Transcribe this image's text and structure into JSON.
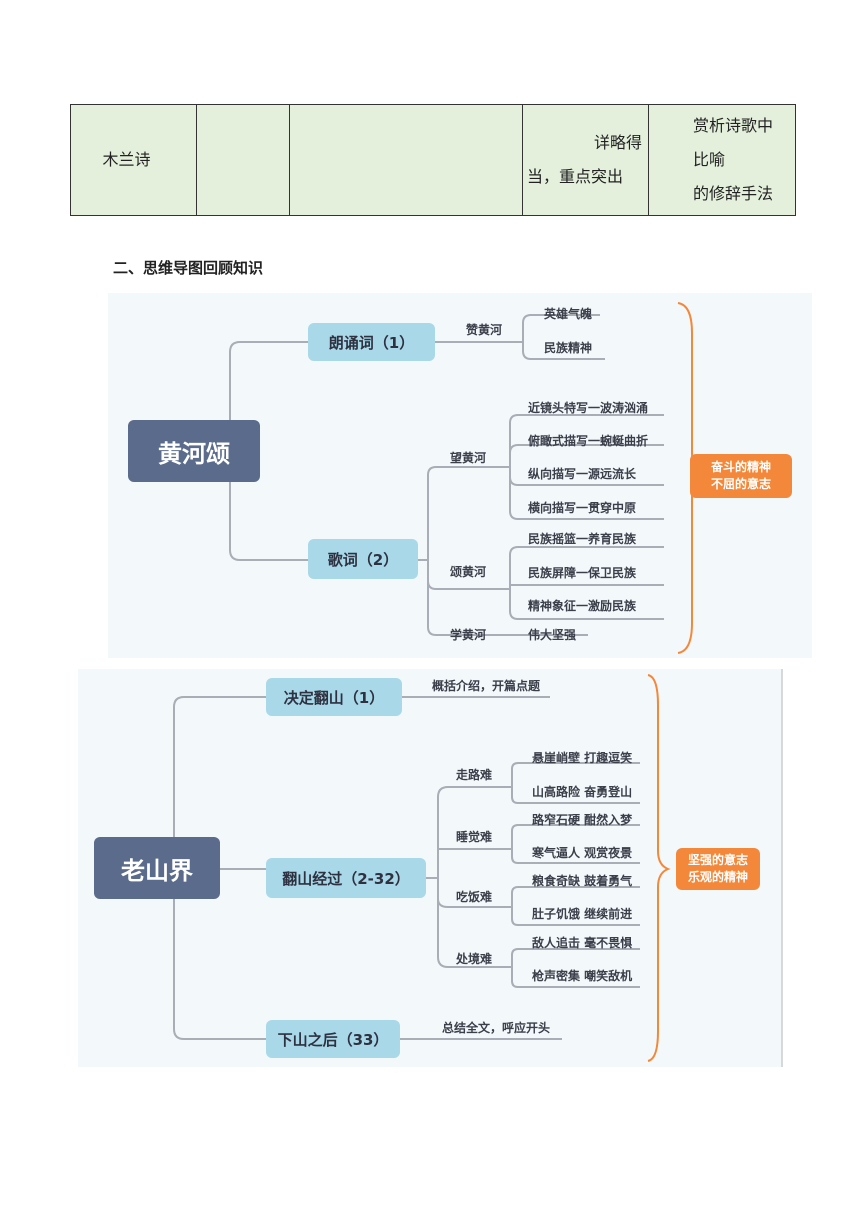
{
  "table": {
    "row": {
      "c1": "木兰诗",
      "c2": "",
      "c3": "",
      "c4": [
        "详略得",
        "当，重点突出"
      ],
      "c5": [
        "赏析诗歌中比喻",
        "的修辞手法"
      ]
    }
  },
  "section_heading": "二、思维导图回顾知识",
  "map1": {
    "root": "黄河颂",
    "branch1": {
      "label": "朗诵词（1）",
      "sub": "赞黄河",
      "leaves": [
        "英雄气魄",
        "民族精神"
      ]
    },
    "branch2": {
      "label": "歌词（2）",
      "subs": [
        {
          "label": "望黄河",
          "leaves": [
            "近镜头特写一波涛汹涌",
            "俯瞰式描写一蜿蜒曲折",
            "纵向描写一源远流长",
            "横向描写一贯穿中原"
          ]
        },
        {
          "label": "颂黄河",
          "leaves": [
            "民族摇篮一养育民族",
            "民族屏障一保卫民族",
            "精神象征一激励民族"
          ]
        },
        {
          "label": "学黄河",
          "leaves": [
            "伟大坚强"
          ]
        }
      ]
    },
    "summary": [
      "奋斗的精神",
      "不屈的意志"
    ],
    "colors": {
      "root": "#5a6b8c",
      "branch": "#a9d8e9",
      "summary": "#f3883a",
      "line": "#a8adb6"
    }
  },
  "map2": {
    "root": "老山界",
    "branch1": {
      "label": "决定翻山（1）",
      "note": "概括介绍，开篇点题"
    },
    "branch2": {
      "label": "翻山经过（2-32）",
      "subs": [
        {
          "label": "走路难",
          "leaves": [
            "悬崖峭壁 打趣逗笑",
            "山高路险 奋勇登山"
          ]
        },
        {
          "label": "睡觉难",
          "leaves": [
            "路窄石硬 酣然入梦",
            "寒气逼人 观赏夜景"
          ]
        },
        {
          "label": "吃饭难",
          "leaves": [
            "粮食奇缺 鼓着勇气",
            "肚子饥饿 继续前进"
          ]
        },
        {
          "label": "处境难",
          "leaves": [
            "敌人追击 毫不畏惧",
            "枪声密集 嘲笑敌机"
          ]
        }
      ]
    },
    "branch3": {
      "label": "下山之后（33）",
      "note": "总结全文，呼应开头"
    },
    "summary": [
      "坚强的意志",
      "乐观的精神"
    ]
  }
}
